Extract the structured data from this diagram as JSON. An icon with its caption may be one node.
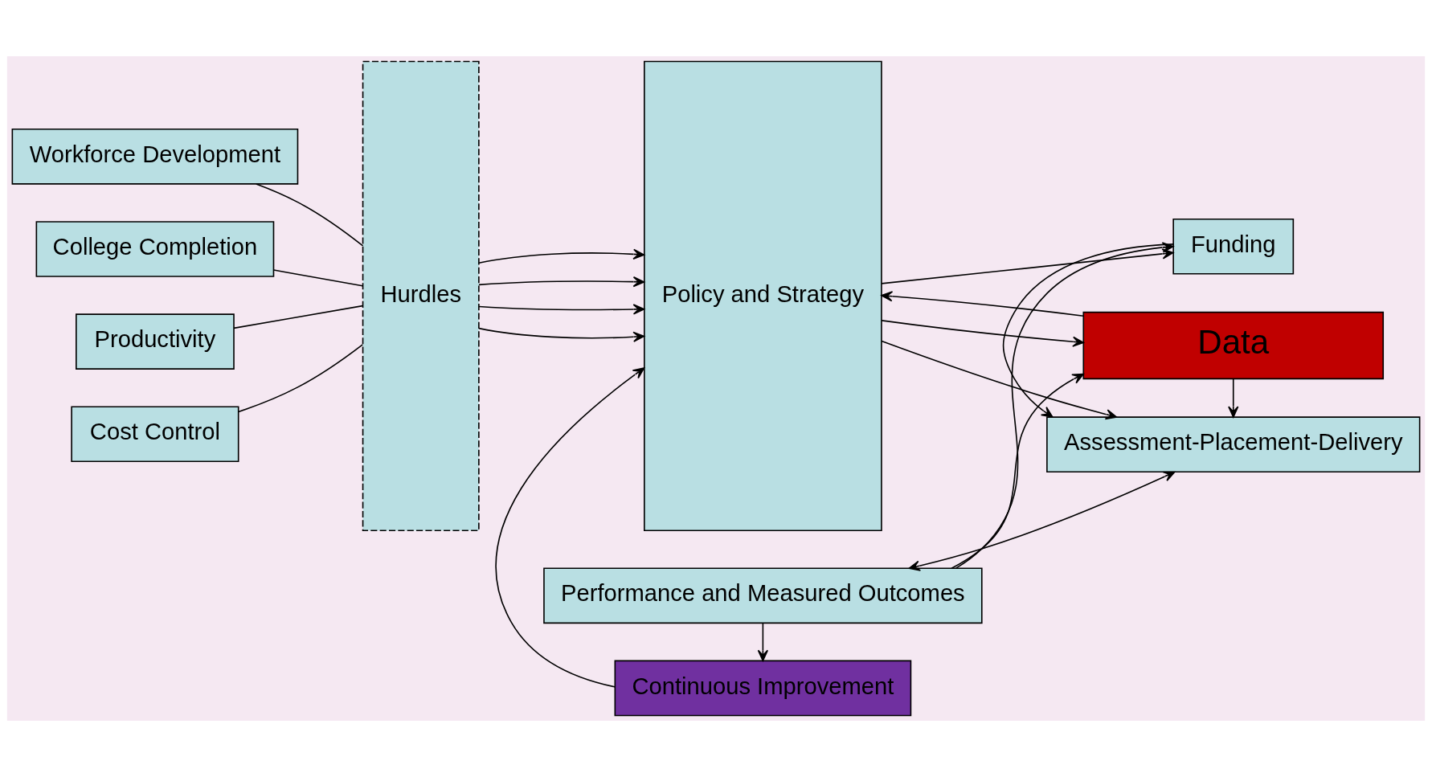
{
  "diagram": {
    "nodes": [
      {
        "text": [
          "Workforce Development"
        ]
      },
      {
        "text": [
          "College Completion"
        ]
      },
      {
        "text": [
          "Productivity"
        ]
      },
      {
        "text": [
          "Cost Control"
        ]
      },
      {
        "text": [
          "Hurdles"
        ]
      },
      {
        "text": [
          "Policy and Strategy"
        ]
      },
      {
        "text": [
          "Data"
        ]
      },
      {
        "text": [
          "Assessment-Placement-Delivery"
        ]
      },
      {
        "text": [
          "Funding"
        ]
      },
      {
        "text": [
          "Performance and Measured Outcomes"
        ]
      },
      {
        "text": [
          "Continuous Improvement"
        ]
      }
    ],
    "edges": [
      {
        "from": 0,
        "to": 4,
        "arrow": "none"
      },
      {
        "from": 1,
        "to": 4,
        "arrow": "none"
      },
      {
        "from": 2,
        "to": 4,
        "arrow": "none"
      },
      {
        "from": 3,
        "to": 4,
        "arrow": "none"
      },
      {
        "from": 4,
        "to": 5,
        "arrow": "to"
      },
      {
        "from": 4,
        "to": 5,
        "arrow": "to"
      },
      {
        "from": 4,
        "to": 5,
        "arrow": "to"
      },
      {
        "from": 4,
        "to": 5,
        "arrow": "to"
      },
      {
        "from": 5,
        "to": 6,
        "arrow": "to"
      },
      {
        "from": 5,
        "to": 7,
        "arrow": "to"
      },
      {
        "from": 5,
        "to": 8,
        "arrow": "to"
      },
      {
        "from": 6,
        "to": 5,
        "arrow": "to"
      },
      {
        "from": 6,
        "to": 7,
        "arrow": "to"
      },
      {
        "from": 8,
        "to": 7,
        "arrow": "to"
      },
      {
        "from": 9,
        "to": 6,
        "arrow": "to"
      },
      {
        "from": 9,
        "to": 7,
        "arrow": "both"
      },
      {
        "from": 9,
        "to": 8,
        "arrow": "to"
      },
      {
        "from": 9,
        "to": 10,
        "arrow": "to"
      },
      {
        "from": 10,
        "to": 5,
        "arrow": "to"
      }
    ]
  }
}
